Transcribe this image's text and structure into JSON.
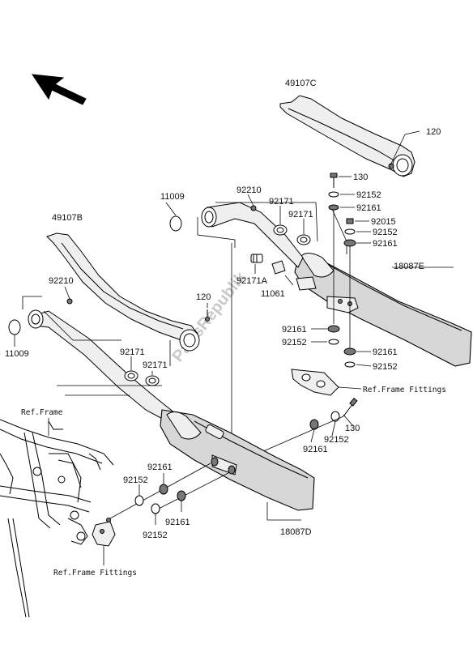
{
  "labels": {
    "guard_c": "49107C",
    "bolt_120_upper": "120",
    "bolt_130_upper": "130",
    "washer_92152_a": "92152",
    "washer_92161_a": "92161",
    "nut_92015": "92015",
    "washer_92152_b": "92152",
    "washer_92161_b": "92161",
    "muffler_e": "18087E",
    "gasket_11009_upper": "11009",
    "holder_92210_upper": "92210",
    "clamp_92171_a": "92171",
    "clamp_92171_b": "92171",
    "clamp_92171A": "92171A",
    "gasket_11061": "11061",
    "guard_b": "49107B",
    "holder_92210_lower": "92210",
    "gasket_11009_lower": "11009",
    "bolt_120_lower": "120",
    "clamp_92171_c": "92171",
    "clamp_92171_d": "92171",
    "washer_92161_c": "92161",
    "washer_92152_c": "92152",
    "washer_92161_d": "92161",
    "washer_92152_d": "92152",
    "ref_frame_fittings_right": "Ref.Frame Fittings",
    "bolt_130_lower": "130",
    "washer_92161_e": "92161",
    "washer_92152_e": "92152",
    "ref_frame": "Ref.Frame",
    "washer_92161_f": "92161",
    "washer_92152_f": "92152",
    "washer_92152_g": "92152",
    "washer_92161_g": "92161",
    "muffler_d": "18087D",
    "ref_frame_fittings_left": "Ref.Frame Fittings"
  },
  "watermark": "PartsRepublik",
  "icons": {
    "front_arrow": "front-direction-arrow-icon"
  }
}
